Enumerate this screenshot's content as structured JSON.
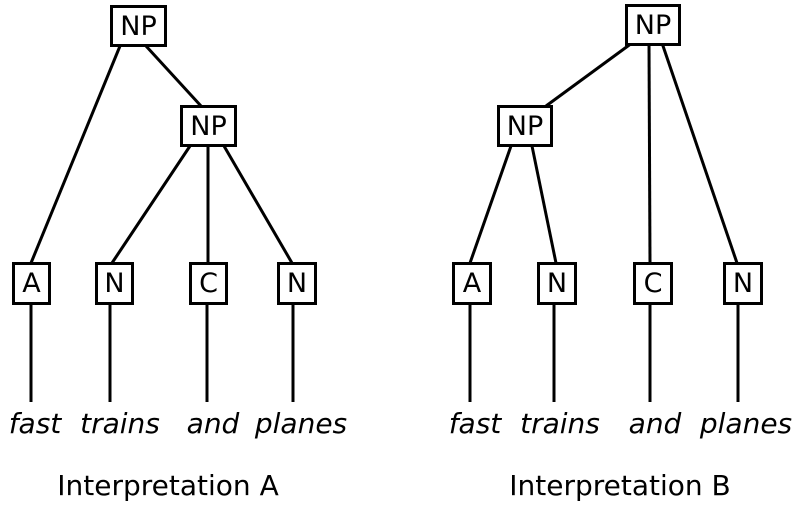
{
  "diagram": {
    "background_color": "#ffffff",
    "line_color": "#000000",
    "trees": [
      {
        "caption": "Interpretation A",
        "nodes": {
          "root": "NP",
          "inner": "NP",
          "leaf1": "A",
          "leaf2": "N",
          "leaf3": "C",
          "leaf4": "N"
        },
        "words": {
          "w1": "fast",
          "w2": "trains",
          "w3": "and",
          "w4": "planes"
        }
      },
      {
        "caption": "Interpretation B",
        "nodes": {
          "root": "NP",
          "inner": "NP",
          "leaf1": "A",
          "leaf2": "N",
          "leaf3": "C",
          "leaf4": "N"
        },
        "words": {
          "w1": "fast",
          "w2": "trains",
          "w3": "and",
          "w4": "planes"
        }
      }
    ]
  }
}
